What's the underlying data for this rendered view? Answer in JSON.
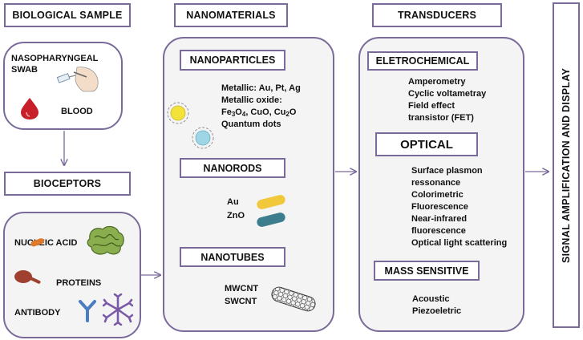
{
  "columns": {
    "biological_sample": "BIOLOGICAL SAMPLE",
    "bioceptors": "BIOCEPTORS",
    "nanomaterials": "NANOMATERIALS",
    "transducers": "TRANSDUCERS",
    "signal": "SIGNAL AMPLIFICATION AND DISPLAY"
  },
  "samples": {
    "swab_line1": "NASOPHARYNGEAL",
    "swab_line2": "SWAB",
    "blood": "BLOOD"
  },
  "bioceptor_items": {
    "nucleic_acid": "NUCLEIC ACID",
    "proteins": "PROTEINS",
    "antibody": "ANTIBODY"
  },
  "nanoparticles": {
    "title": "NANOPARTICLES",
    "metallic": "Metallic: Au, Pt, Ag",
    "metallic_oxide": "Metallic oxide:",
    "fe": "Fe",
    "fe_sub": "3",
    "o1": "O",
    "o1_sub": "4",
    "oxide_rest": ", CuO, Cu",
    "cu_sub": "2",
    "o2": "O",
    "quantum": "Quantum dots"
  },
  "nanorods": {
    "title": "NANORODS",
    "items": [
      "Au",
      "ZnO"
    ]
  },
  "nanotubes": {
    "title": "NANOTUBES",
    "items": [
      "MWCNT",
      "SWCNT"
    ]
  },
  "electrochemical": {
    "title": "ELETROCHEMICAL",
    "items": [
      "Amperometry",
      "Cyclic voltametray",
      "Field effect",
      "transistor (FET)"
    ]
  },
  "optical": {
    "title": "OPTICAL",
    "items": [
      "Surface plasmon",
      "ressonance",
      "Colorimetric",
      "Fluorescence",
      "Near-infrared",
      "fluorescence",
      "Optical light scattering"
    ]
  },
  "mass": {
    "title": "MASS SENSITIVE",
    "items": [
      "Acoustic",
      "Piezoeletric"
    ]
  },
  "colors": {
    "border": "#7a6a9a",
    "blood": "#c8202a",
    "particle_yellow": "#f2e23a",
    "particle_blue": "#9fd6e6",
    "rod_yellow": "#f0c83a",
    "rod_teal": "#3c7d8e",
    "nucleic": "#6f9a3a",
    "protein": "#a04030",
    "antibody_blue": "#4a7ec0",
    "antibody_purple": "#7a5aa8"
  },
  "icons": [
    "swab-icon",
    "blood-drop-icon",
    "nanoparticle-icon",
    "nanorod-icon",
    "nanotube-icon",
    "nucleic-acid-icon",
    "protein-icon",
    "antibody-icon",
    "antibody-cluster-icon"
  ]
}
